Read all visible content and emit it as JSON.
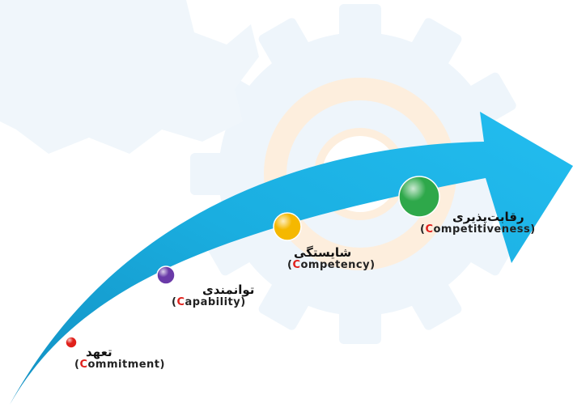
{
  "stages": [
    {
      "persian": "تعهد",
      "english_initial": "C",
      "english_rest": "ommitment",
      "dot_color": "#e0201b"
    },
    {
      "persian": "توانمندی",
      "english_initial": "C",
      "english_rest": "apability",
      "dot_color": "#6a3aa8"
    },
    {
      "persian": "شایستگی",
      "english_initial": "C",
      "english_rest": "ompetency",
      "dot_color": "#f5b800"
    },
    {
      "persian": "رقابت‌پذیری",
      "english_initial": "C",
      "english_rest": "ompetitiveness",
      "dot_color": "#2ea84a"
    }
  ],
  "colors": {
    "arrow": "#1aaee0",
    "arrow_dark": "#1290c2",
    "gear_bg": "#eaf3fa",
    "gear_accent": "#fde9d4",
    "initial_letter": "#e0201b"
  },
  "icons": {
    "background": "gear-icon",
    "main_shape": "arrow-icon"
  }
}
